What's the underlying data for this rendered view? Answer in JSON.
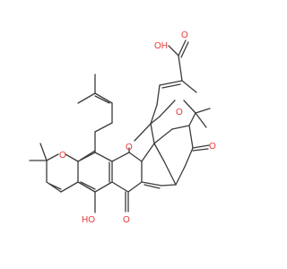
{
  "molecule": {
    "atom_labels": {
      "oh_acid": "OH",
      "o_acid": "O",
      "o_epoxide": "O",
      "o_ketone_bridge": "O",
      "o_pyran": "O",
      "o_xanthone_ring": "O",
      "oh_phenol": "HO",
      "o_xanthone_carbonyl": "O"
    },
    "colors": {
      "bond": "#3b3b3b",
      "oxygen": "#e53935"
    }
  }
}
